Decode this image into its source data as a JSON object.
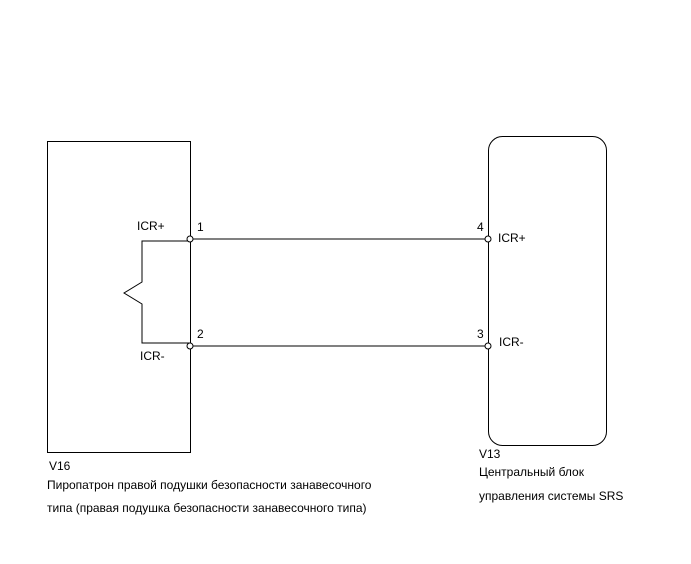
{
  "left_component": {
    "code": "V16",
    "name_line1": "Пиропатрон правой подушки безопасности занавесочного",
    "name_line2": "типа (правая подушка безопасности занавесочного типа)",
    "pin_top_label": "ICR+",
    "pin_bottom_label": "ICR-",
    "pin_top_number": "1",
    "pin_bottom_number": "2"
  },
  "right_component": {
    "code": "V13",
    "name_line1": "Центральный блок",
    "name_line2": "управления системы SRS",
    "pin_top_label": "ICR+",
    "pin_bottom_label": "ICR-",
    "pin_top_number": "4",
    "pin_bottom_number": "3"
  },
  "colors": {
    "line": "#000000",
    "background": "#ffffff"
  }
}
